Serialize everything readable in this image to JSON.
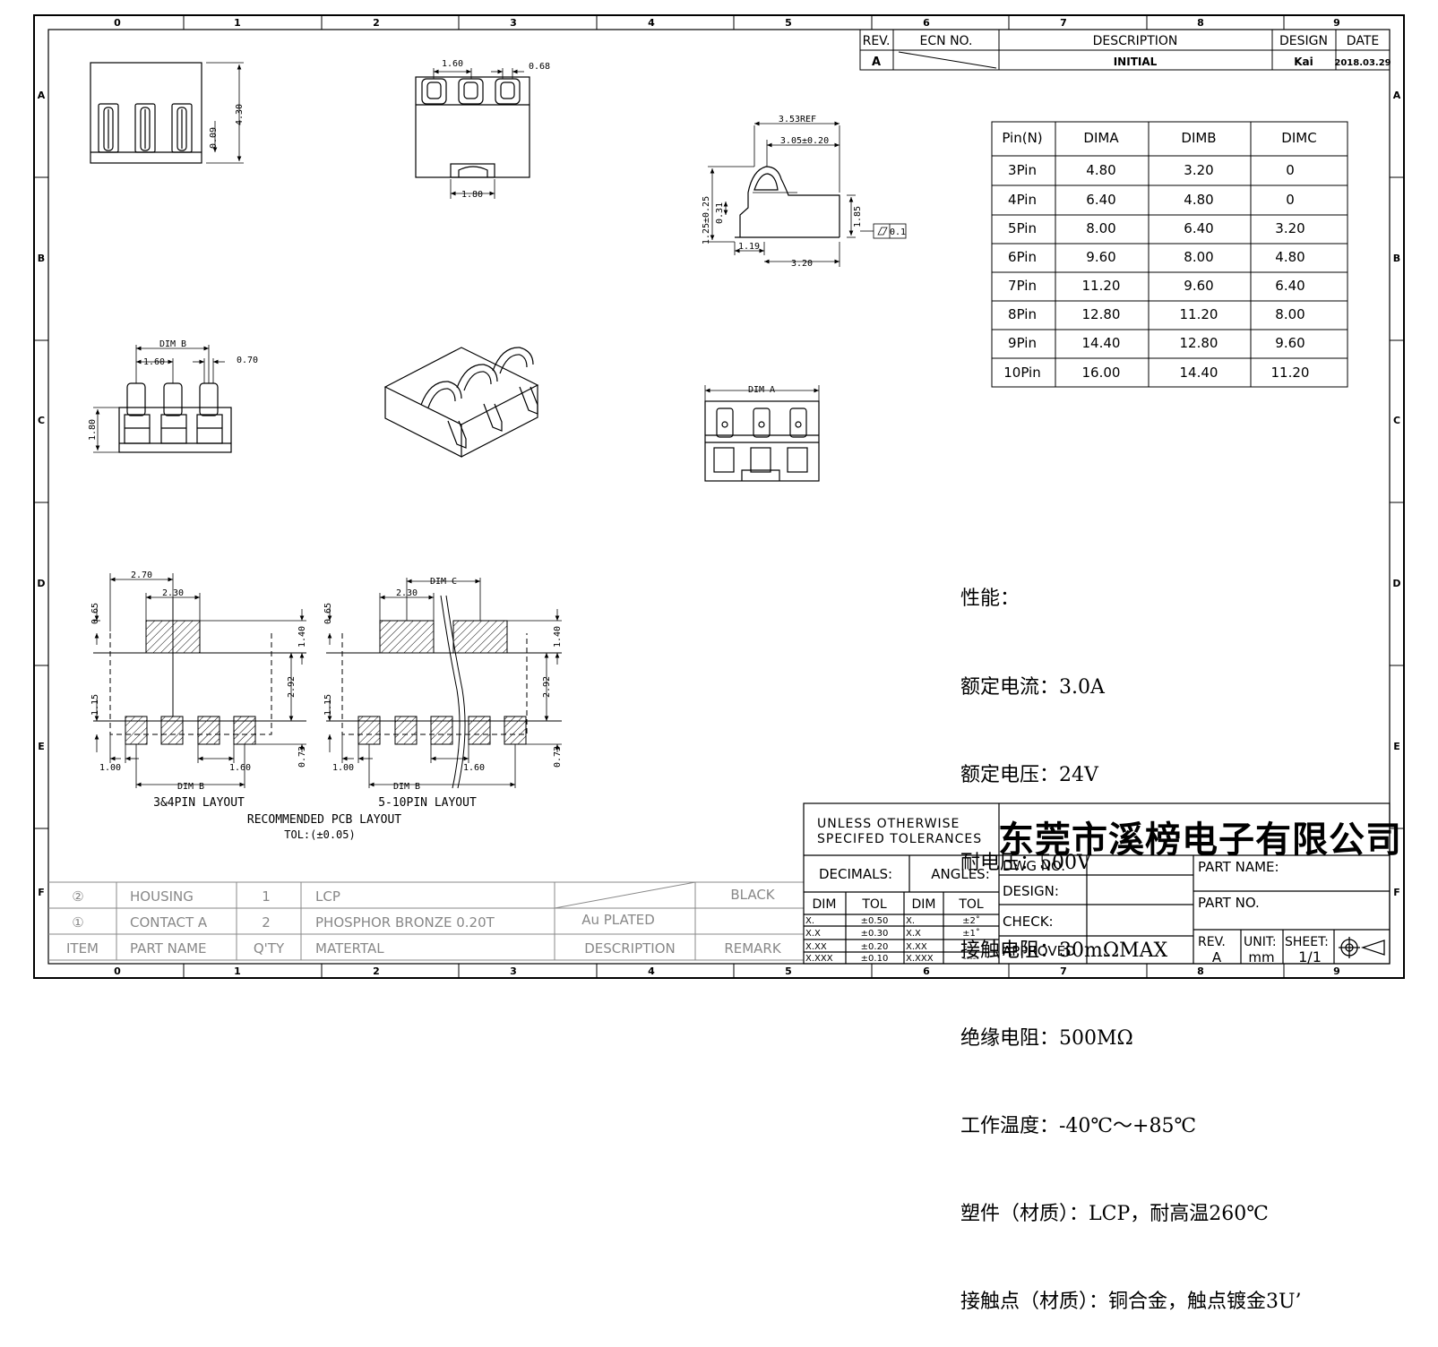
{
  "grid": {
    "columns": [
      "0",
      "1",
      "2",
      "3",
      "4",
      "5",
      "6",
      "7",
      "8",
      "9"
    ],
    "rows": [
      "A",
      "B",
      "C",
      "D",
      "E",
      "F"
    ]
  },
  "revision_table": {
    "headers": {
      "rev": "REV.",
      "ecn": "ECN NO.",
      "description": "DESCRIPTION",
      "design": "DESIGN",
      "date": "DATE"
    },
    "row": {
      "rev": "A",
      "description": "INITIAL",
      "design": "Kai",
      "date": "2018.03.29"
    }
  },
  "pin_table": {
    "headers": [
      "Pin(N)",
      "DIMA",
      "DIMB",
      "DIMC"
    ],
    "rows": [
      [
        "3Pin",
        "4.80",
        "3.20",
        "0"
      ],
      [
        "4Pin",
        "6.40",
        "4.80",
        "0"
      ],
      [
        "5Pin",
        "8.00",
        "6.40",
        "3.20"
      ],
      [
        "6Pin",
        "9.60",
        "8.00",
        "4.80"
      ],
      [
        "7Pin",
        "11.20",
        "9.60",
        "6.40"
      ],
      [
        "8Pin",
        "12.80",
        "11.20",
        "8.00"
      ],
      [
        "9Pin",
        "14.40",
        "12.80",
        "9.60"
      ],
      [
        "10Pin",
        "16.00",
        "14.40",
        "11.20"
      ]
    ]
  },
  "specs": {
    "heading": "性能：",
    "lines": [
      "额定电流：3.0A",
      "额定电压：24V",
      "耐电压：500V",
      "接触电阻：30mΩMAX",
      "绝缘电阻：500MΩ",
      "工作温度：-40℃～+85℃",
      "塑件（材质）：LCP，耐高温260℃",
      "接触点（材质）：铜合金，触点镀金3U’"
    ]
  },
  "dims": {
    "top_left_h": "4.30",
    "top_left_small": "0.09",
    "top_mid_pitch": "1.60",
    "top_mid_width": "0.68",
    "top_mid_bottom": "1.80",
    "side_ref": "3.53REF",
    "side_width": "3.05±0.20",
    "side_h1": "1.25±0.25",
    "side_h2": "0.31",
    "side_h3": "1.85",
    "side_bottom1": "1.19",
    "side_bottom2": "3.20",
    "flatness": "0.1",
    "c_dimb": "DIM B",
    "c_pitch": "1.60",
    "c_width": "0.70",
    "c_height": "1.80",
    "c_dima": "DIM A"
  },
  "pcb_layout": {
    "left": {
      "d270": "2.70",
      "d230": "2.30",
      "d065": "0.65",
      "d140": "1.40",
      "d292": "2.92",
      "d115": "1.15",
      "d073": "0.73",
      "d100": "1.00",
      "d160": "1.60",
      "dimb": "DIM B",
      "caption": "3&4PIN LAYOUT"
    },
    "right": {
      "dimc": "DIM C",
      "d230": "2.30",
      "d065": "0.65",
      "d140": "1.40",
      "d292": "2.92",
      "d115": "1.15",
      "d073": "0.73",
      "d100": "1.00",
      "d160": "1.60",
      "dimb": "DIM B",
      "caption": "5-10PIN LAYOUT"
    },
    "title": "RECOMMENDED PCB LAYOUT",
    "tolerance": "TOL:(±0.05)"
  },
  "bom": {
    "rows": [
      {
        "item": "②",
        "part": "HOUSING",
        "qty": "1",
        "material": "LCP",
        "description": "",
        "remark": "BLACK"
      },
      {
        "item": "①",
        "part": "CONTACT A",
        "qty": "2",
        "material": "PHOSPHOR BRONZE 0.20T",
        "description": "Au PLATED",
        "remark": ""
      }
    ],
    "header": {
      "item": "ITEM",
      "part": "PART NAME",
      "qty": "Q'TY",
      "material": "MATERTAL",
      "description": "DESCRIPTION",
      "remark": "REMARK"
    }
  },
  "title_block": {
    "tolerance_title": "UNLESS OTHERWISE\nSPECIFED TOLERANCES",
    "decimals": "DECIMALS:",
    "angles": "ANGLES:",
    "dim": "DIM",
    "tol": "TOL",
    "decimal_rows": [
      [
        "X.",
        "±0.50"
      ],
      [
        "X.X",
        "±0.30"
      ],
      [
        "X.XX",
        "±0.20"
      ],
      [
        "X.XXX",
        "±0.10"
      ]
    ],
    "angle_rows": [
      [
        "X.",
        "±2˚"
      ],
      [
        "X.X",
        "±1˚"
      ],
      [
        "X.XX",
        "-----"
      ],
      [
        "X.XXX",
        "-----"
      ]
    ],
    "company": "东莞市溪榜电子有限公司",
    "dwg_no": "DWG NO.",
    "design": "DESIGN:",
    "check": "CHECK:",
    "approved": "APPROVED",
    "part_name": "PART NAME:",
    "part_no": "PART NO.",
    "rev_label": "REV.",
    "rev_value": "A",
    "unit_label": "UNIT:",
    "unit_value": "mm",
    "sheet_label": "SHEET:",
    "sheet_value": "1/1"
  }
}
